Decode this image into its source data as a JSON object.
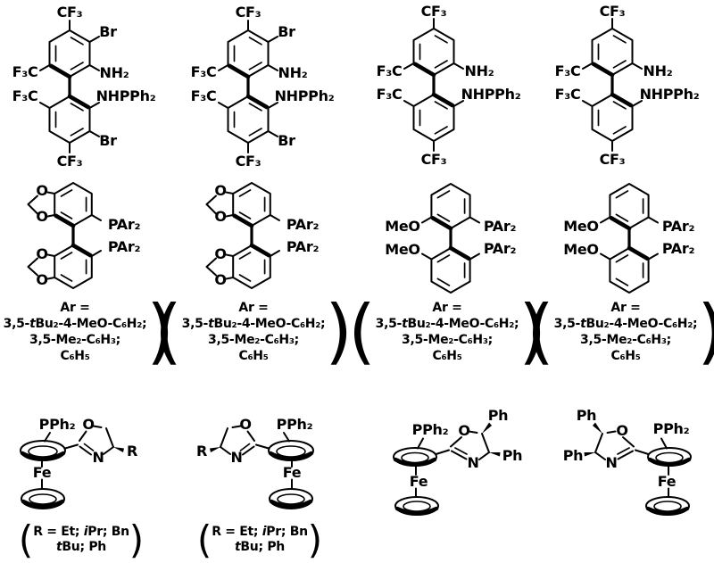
{
  "colors": {
    "ink": "#000000",
    "background": "#ffffff"
  },
  "cells": {
    "r1c1": {
      "cf3_top": "CF₃",
      "br_top": "Br",
      "nh2": "NH₂",
      "f3c_upper": "F₃C",
      "nhpph2": "NHPPh₂",
      "f3c_lower": "F₃C",
      "br_bottom": "Br",
      "cf3_bottom": "CF₃"
    },
    "r1c2": {
      "cf3_top": "CF₃",
      "br_top": "Br",
      "nh2": "NH₂",
      "f3c_upper": "F₃C",
      "nhpph2": "NHPPh₂",
      "f3c_lower": "F₃C",
      "br_bottom": "Br",
      "cf3_bottom": "CF₃"
    },
    "r1c3": {
      "cf3_top": "CF₃",
      "nh2": "NH₂",
      "f3c_upper": "F₃C",
      "nhpph2": "NHPPh₂",
      "f3c_lower": "F₃C",
      "cf3_bottom": "CF₃"
    },
    "r1c4": {
      "cf3_top": "CF₃",
      "nh2": "NH₂",
      "f3c_upper": "F₃C",
      "nhpph2": "NHPPh₂",
      "f3c_lower": "F₃C",
      "cf3_bottom": "CF₃"
    },
    "r2c1": {
      "o1": "O",
      "o2": "O",
      "par2_top": "PAr₂",
      "o3": "O",
      "o4": "O",
      "par2_bottom": "PAr₂"
    },
    "r2c2": {
      "o1": "O",
      "o2": "O",
      "par2_top": "PAr₂",
      "o3": "O",
      "o4": "O",
      "par2_bottom": "PAr₂"
    },
    "r2c3": {
      "meo_top": "MeO",
      "par2_top": "PAr₂",
      "meo_bottom": "MeO",
      "par2_bottom": "PAr₂"
    },
    "r2c4": {
      "meo_top": "MeO",
      "par2_top": "PAr₂",
      "meo_bottom": "MeO",
      "par2_bottom": "PAr₂"
    },
    "r3c1": {
      "pph2": "PPh₂",
      "o": "O",
      "n": "N",
      "r": "R",
      "fe": "Fe"
    },
    "r3c2": {
      "pph2": "PPh₂",
      "o": "O",
      "n": "N",
      "r": "R",
      "fe": "Fe"
    },
    "r3c3": {
      "pph2": "PPh₂",
      "o": "O",
      "n": "N",
      "ph_top": "Ph",
      "ph_right": "Ph",
      "fe": "Fe"
    },
    "r3c4": {
      "pph2": "PPh₂",
      "o": "O",
      "n": "N",
      "ph_top": "Ph",
      "ph_left": "Ph",
      "fe": "Fe"
    }
  },
  "ar_note": {
    "open_paren": "(",
    "line1": "Ar =",
    "l2_pre": "3,5-",
    "l2_it": "t",
    "l2_post": "Bu₂-4-MeO-C₆H₂;",
    "line3": "3,5-Me₂-C₆H₃;",
    "line4": "C₆H₅",
    "close_paren": ")"
  },
  "r_note": {
    "open_paren": "(",
    "l1_pre": "R = Et; ",
    "l1_it": "i",
    "l1_post": "Pr; Bn",
    "l2_it": "t",
    "l2_post": "Bu; Ph",
    "close_paren": ")"
  }
}
